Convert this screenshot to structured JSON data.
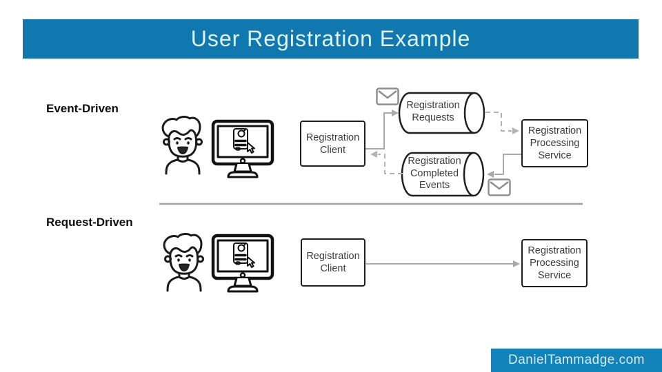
{
  "slide": {
    "title": "User Registration Example",
    "footer": "DanielTammadge.com"
  },
  "colors": {
    "header_bg": "#1078ae",
    "footer_bg": "#1283b9",
    "node_outline": "#1f1f1f",
    "arrow_gray": "#a9a9a9",
    "divider_gray": "#9e9e9e",
    "text_gray": "#3d3d3d",
    "title_text": "#dff3fa"
  },
  "icons": {
    "user": "user-avatar-icon",
    "computer": "desktop-monitor-icon",
    "message": "envelope-message-icon"
  },
  "event_driven": {
    "label": "Event-Driven",
    "client": {
      "line1": "Registration",
      "line2": "Client"
    },
    "requests_queue": {
      "line1": "Registration",
      "line2": "Requests"
    },
    "completed_queue": {
      "line1": "Registration",
      "line2": "Completed",
      "line3": "Events"
    },
    "service": {
      "line1": "Registration",
      "line2": "Processing",
      "line3": "Service"
    }
  },
  "request_driven": {
    "label": "Request-Driven",
    "client": {
      "line1": "Registration",
      "line2": "Client"
    },
    "service": {
      "line1": "Registration",
      "line2": "Processing",
      "line3": "Service"
    }
  }
}
